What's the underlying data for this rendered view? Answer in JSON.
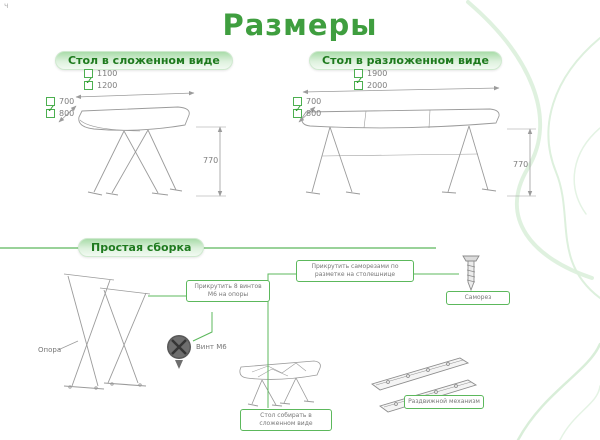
{
  "title": "Размеры",
  "corner_mark": "ч",
  "colors": {
    "accent_green": "#3f9e3f",
    "callout_green": "#5cb85c",
    "line_gray": "#9b9b9b",
    "text_gray": "#7d7d7d"
  },
  "sections": {
    "folded": {
      "label": "Стол в сложенном виде",
      "length": {
        "options": [
          {
            "value": "1100",
            "checked": false
          },
          {
            "value": "1200",
            "checked": true
          }
        ]
      },
      "width": {
        "options": [
          {
            "value": "700",
            "checked": false
          },
          {
            "value": "800",
            "checked": true
          }
        ]
      },
      "height": "770"
    },
    "unfolded": {
      "label": "Стол в разложенном виде",
      "length": {
        "options": [
          {
            "value": "1900",
            "checked": false
          },
          {
            "value": "2000",
            "checked": true
          }
        ]
      },
      "width": {
        "options": [
          {
            "value": "700",
            "checked": false
          },
          {
            "value": "800",
            "checked": true
          }
        ]
      },
      "height": "770"
    },
    "assembly": {
      "label": "Простая сборка",
      "support_label": "Опора",
      "bolt_label": "Винт М6",
      "note_bolts": "Прикрутить 8 винтов М6 на опоры",
      "note_tabletop": "Прикрутить саморезами по разметке на столешнице",
      "screw_label": "Саморез",
      "note_folded": "Стол собирать в сложенном виде",
      "mechanism_label": "Раздвижной механизм"
    }
  }
}
